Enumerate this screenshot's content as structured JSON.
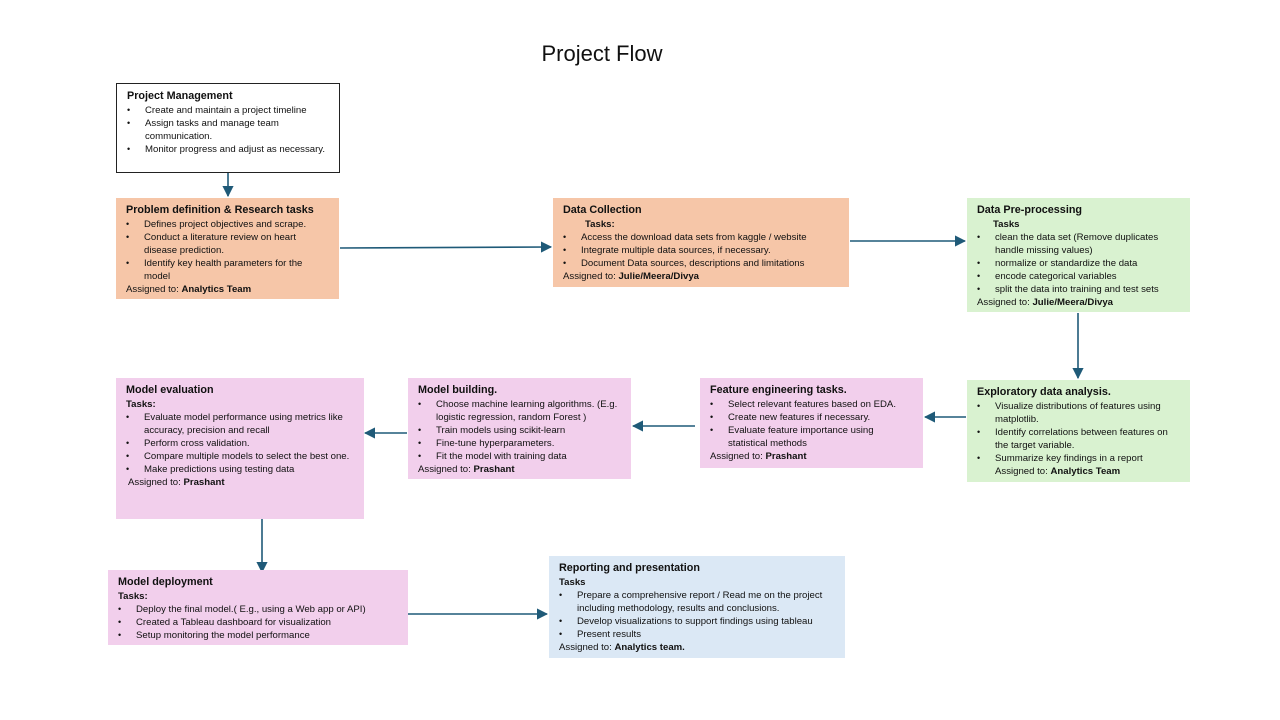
{
  "title": "Project Flow",
  "colors": {
    "arrow": "#1f5a78",
    "orange": "#f6c6a8",
    "green": "#d9f2d0",
    "pink": "#f2cfec",
    "blue": "#dbe8f5"
  },
  "boxes": {
    "pm": {
      "heading": "Project Management",
      "items": [
        "Create and maintain a project timeline",
        "Assign tasks and manage team communication.",
        " Monitor progress and adjust as necessary."
      ]
    },
    "problem": {
      "heading": "Problem definition & Research tasks",
      "items": [
        "Defines project objectives and scrape.",
        " Conduct a literature review on heart disease prediction.",
        "Identify key health parameters for the model"
      ],
      "assigned_label": "Assigned to: ",
      "assigned_to": "Analytics Team"
    },
    "collection": {
      "heading": "Data Collection",
      "tasks_label": "Tasks:",
      "items": [
        "  Access the download data sets from kaggle / website",
        "Integrate multiple data sources, if necessary.",
        "Document Data sources, descriptions and limitations"
      ],
      "assigned_label": "Assigned to: ",
      "assigned_to": "Julie/Meera/Divya"
    },
    "preprocessing": {
      "heading": "Data Pre-processing",
      "tasks_label": "Tasks",
      "items": [
        "clean the data set (Remove duplicates handle missing values)",
        "normalize or standardize the data",
        "encode categorical variables",
        "split the data into training and test sets"
      ],
      "assigned_label": "Assigned to: ",
      "assigned_to": "Julie/Meera/Divya"
    },
    "eda": {
      "heading": "Exploratory data analysis.",
      "items": [
        "Visualize distributions of features using matplotlib.",
        "Identify correlations between features on the target variable.",
        "Summarize key findings in a report"
      ],
      "assigned_label": "Assigned to:  ",
      "assigned_to": "Analytics Team"
    },
    "feature": {
      "heading": "Feature engineering tasks.",
      "items": [
        "Select relevant features based on EDA.",
        "Create new features if necessary.",
        "Evaluate feature importance using statistical methods"
      ],
      "assigned_label": "Assigned to: ",
      "assigned_to": "Prashant"
    },
    "building": {
      "heading": "Model building.",
      "items": [
        "Choose machine learning algorithms.  (E.g. logistic regression, random Forest )",
        "Train models using scikit-learn",
        "Fine-tune hyperparameters.",
        "Fit the model with training data"
      ],
      "assigned_label": "Assigned to: ",
      "assigned_to": "Prashant"
    },
    "evaluation": {
      "heading": "Model evaluation",
      "tasks_label": "Tasks:",
      "items": [
        "Evaluate model performance using metrics like accuracy, precision and recall",
        "Perform cross validation.",
        "Compare multiple models to select the best one.",
        "Make predictions using testing data"
      ],
      "assigned_label": "Assigned to: ",
      "assigned_to": "Prashant"
    },
    "deployment": {
      "heading": "Model deployment",
      "tasks_label": "Tasks:",
      "items": [
        "Deploy the final model.( E.g., using a Web app or API)",
        "Created a Tableau dashboard for visualization",
        "Setup monitoring the model performance"
      ]
    },
    "reporting": {
      "heading": "Reporting and presentation",
      "tasks_label": "Tasks",
      "items": [
        "Prepare a comprehensive report / Read me on the project including methodology, results and conclusions.",
        "Develop visualizations to support findings using tableau",
        "Present results"
      ],
      "assigned_label": "Assigned to: ",
      "assigned_to": "Analytics team."
    }
  }
}
